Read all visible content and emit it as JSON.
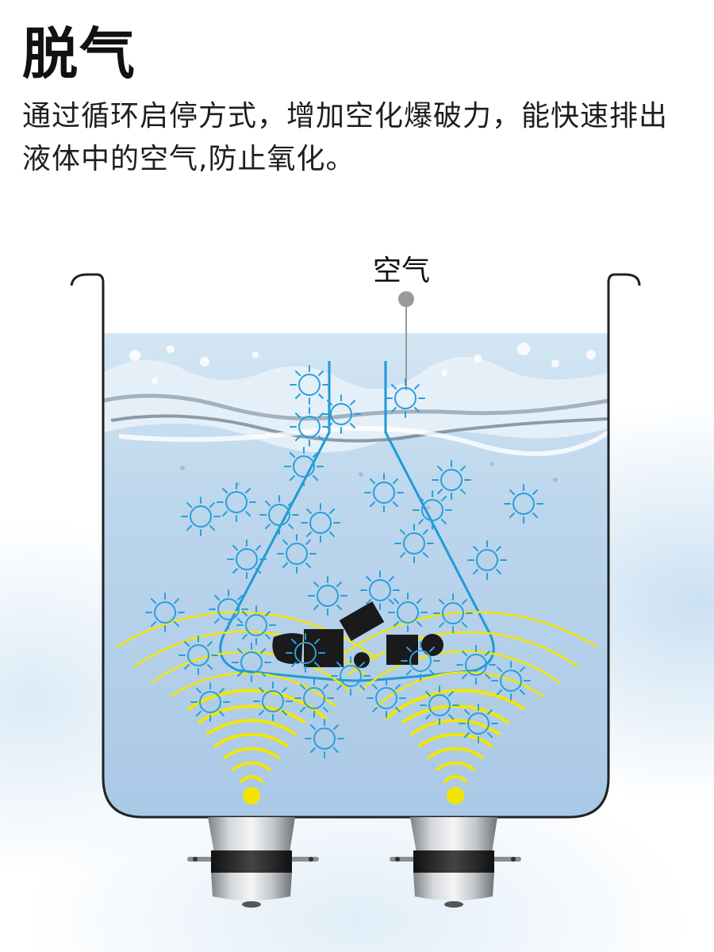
{
  "heading": "脱气",
  "description": "通过循环启停方式，增加空化爆破力，能快速排出液体中的空气,防止氧化。",
  "diagram": {
    "air_label": "空气"
  },
  "colors": {
    "bubble": "#2a9fdc",
    "wave": "#f2e600",
    "tank_outline": "#222222",
    "flask_outline": "#1e9ad8",
    "particles": "#1a1a1a"
  }
}
